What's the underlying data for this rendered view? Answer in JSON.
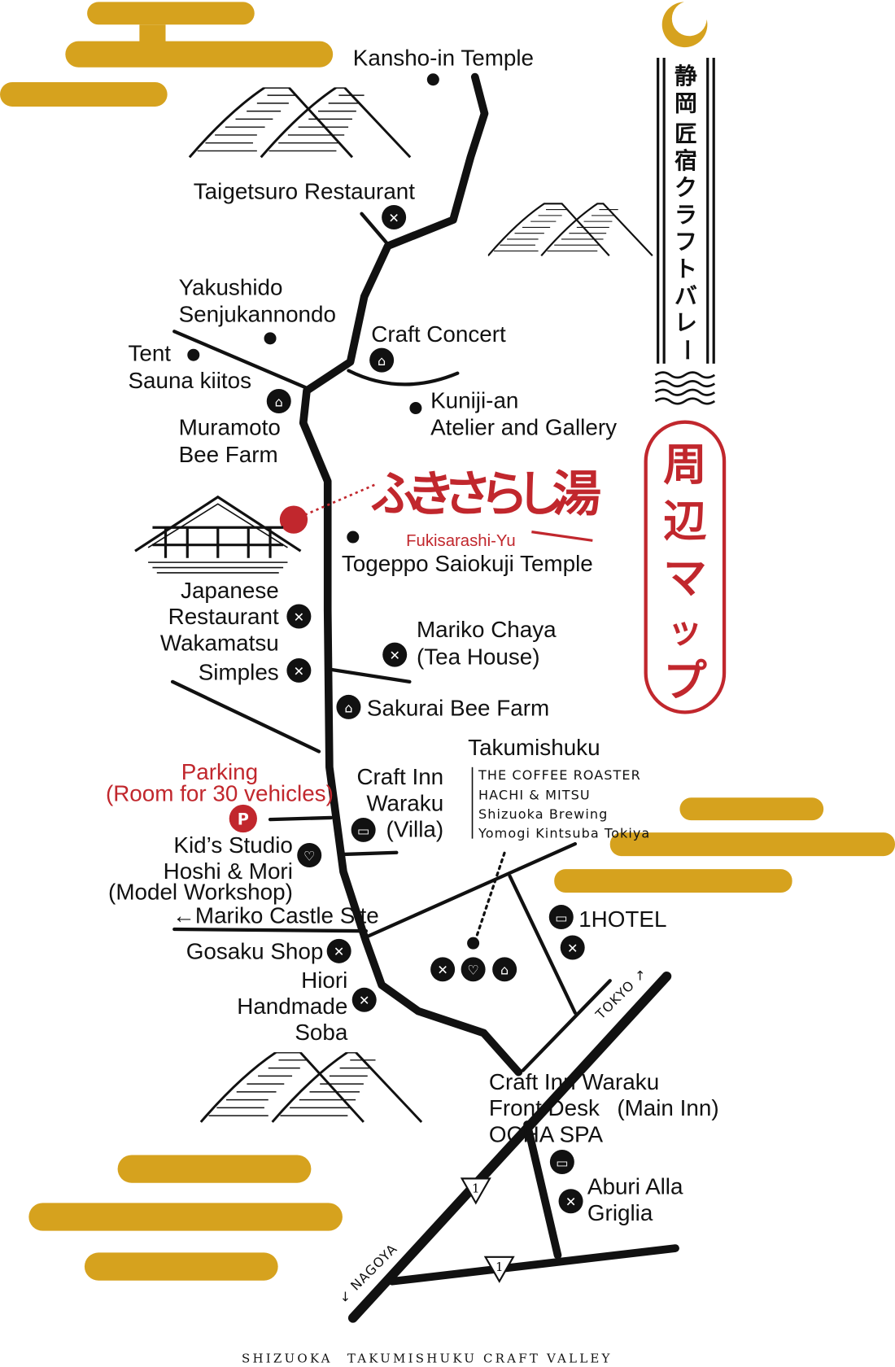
{
  "colors": {
    "gold": "#d6a21e",
    "red": "#c1272d",
    "ink": "#111111"
  },
  "banner": {
    "title_vertical": [
      "静",
      "岡",
      "",
      "匠",
      "宿",
      "ク",
      "ラ",
      "フ",
      "ト",
      "バ",
      "レ",
      "ー"
    ],
    "map_title": [
      "周",
      "辺",
      "マ",
      "ッ",
      "プ"
    ]
  },
  "logo": {
    "jp": "ふきさらし湯",
    "en": "Fukisarashi-Yu"
  },
  "places": {
    "kansho": "Kansho-in Temple",
    "taigetsuro": "Taigetsuro Restaurant",
    "yakushido1": "Yakushido",
    "yakushido2": "Senjukannondo",
    "craft_concert": "Craft Concert",
    "tent1": "Tent",
    "tent2": "Sauna kiitos",
    "kuniji1": "Kuniji-an",
    "kuniji2": "Atelier and Gallery",
    "muramoto1": "Muramoto",
    "muramoto2": "Bee Farm",
    "togeppo": "Togeppo Saiokuji Temple",
    "wakamatsu1": "Japanese",
    "wakamatsu2": "Restaurant",
    "wakamatsu3": "Wakamatsu",
    "simples": "Simples",
    "mariko1": "Mariko Chaya",
    "mariko2": "(Tea House)",
    "sakurai": "Sakurai Bee Farm",
    "takumishuku": "Takumishuku",
    "shops": [
      "THE COFFEE ROASTER",
      "HACHI & MITSU",
      "Shizuoka Brewing",
      "Yomogi Kintsuba Tokiya"
    ],
    "parking1": "Parking",
    "parking2": "(Room for 30 vehicles)",
    "parking_icon": "P",
    "craftinn1": "Craft Inn",
    "craftinn2": "Waraku",
    "craftinn3": "(Villa)",
    "kids1": "Kid’s Studio",
    "kids2": "Hoshi & Mori",
    "kids3": "(Model Workshop)",
    "castle": "←Mariko Castle Site",
    "gosaku": "Gosaku Shop",
    "hiori1": "Hiori",
    "hiori2": "Handmade",
    "hiori3": "Soba",
    "onehotel": "1HOTEL",
    "front1": "Craft Inn Waraku",
    "front2": "Front Desk",
    "front2b": "(Main Inn)",
    "front3": "OCHA SPA",
    "aburi1": "Aburi Alla",
    "aburi2": "Griglia",
    "tokyo": "TOKYO ↗",
    "nagoya": "↙ NAGOYA",
    "route": "1"
  },
  "icons": [
    "fork-knife-icon",
    "basket-icon",
    "bed-icon",
    "hands-icon",
    "parking-icon"
  ],
  "footer": "SHIZUOKA　TAKUMISHUKU CRAFT VALLEY"
}
